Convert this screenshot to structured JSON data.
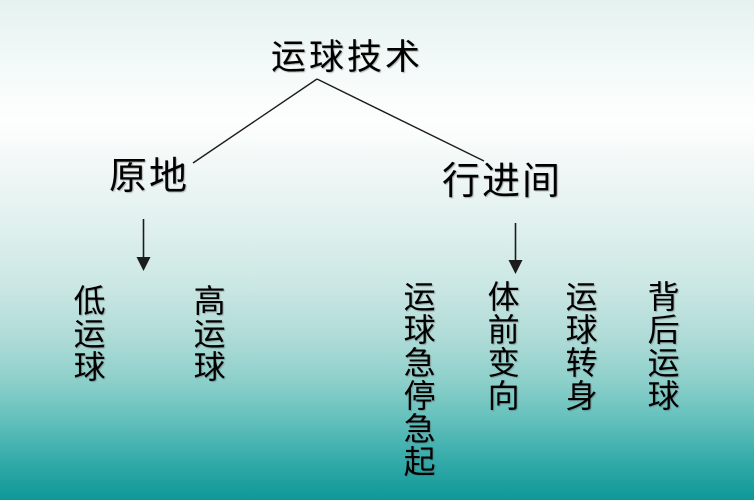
{
  "slide": {
    "title": "运球技术",
    "branches": [
      {
        "label": "原地",
        "children": [
          "低运球",
          "高运球"
        ]
      },
      {
        "label": "行进间",
        "children": [
          "运球急停急起",
          "体前变向",
          "运球转身",
          "背后运球"
        ]
      }
    ]
  },
  "style": {
    "text_color": "#000000",
    "line_color": "#1c1c1c",
    "background_top": "#e5f2ef",
    "background_highlight": "#fdfffe",
    "background_bottom": "#0d9897"
  }
}
